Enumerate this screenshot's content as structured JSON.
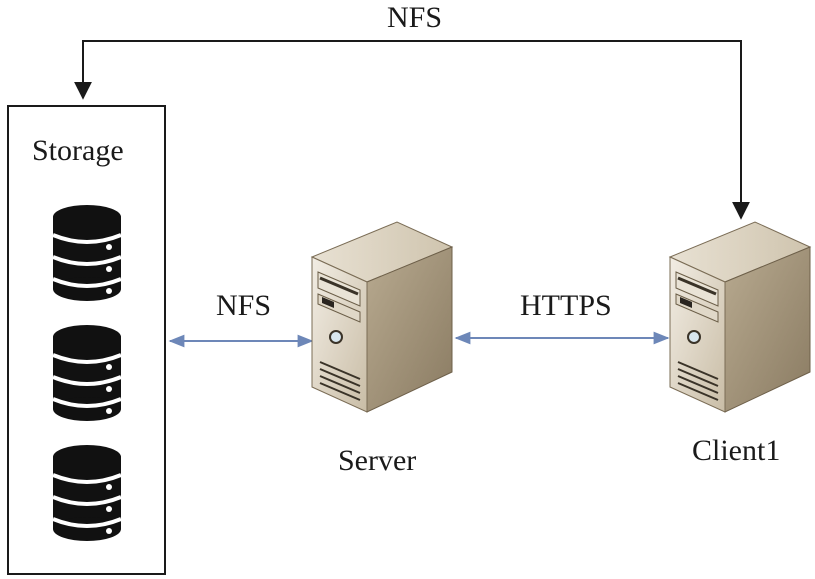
{
  "diagram": {
    "labels": {
      "top_link": "NFS",
      "storage": "Storage",
      "left_link": "NFS",
      "right_link": "HTTPS",
      "server": "Server",
      "client": "Client1"
    },
    "colors": {
      "line_black": "#1a1a1a",
      "link_blue": "#6d87b8",
      "db_black": "#111111",
      "tower_face": "#d9cfbd",
      "tower_side": "#a89a80"
    },
    "icons": {
      "storage_disks": [
        "database-icon",
        "database-icon",
        "database-icon"
      ],
      "server": "server-tower-icon",
      "client": "server-tower-icon"
    }
  }
}
